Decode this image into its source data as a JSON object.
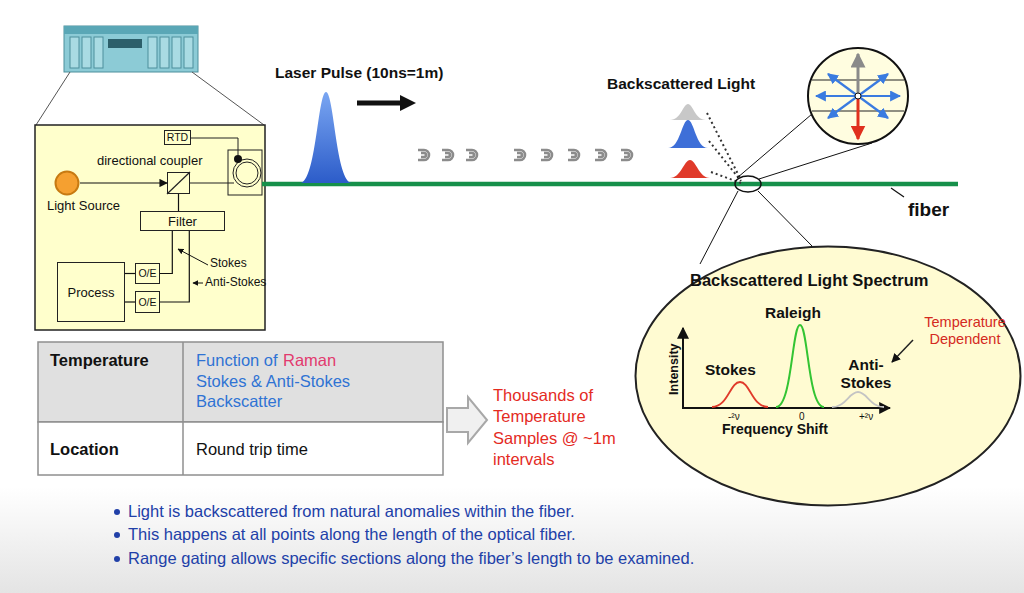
{
  "diagram": {
    "nodes": [
      {
        "text": [
          "RTD"
        ]
      },
      {
        "text": [
          "directional coupler"
        ]
      },
      {
        "text": [
          "Light Source"
        ]
      },
      {
        "text": [
          "Filter"
        ]
      },
      {
        "text": [
          "Process"
        ]
      },
      {
        "text": [
          "O/E"
        ]
      },
      {
        "text": [
          "O/E"
        ]
      },
      {
        "text": [
          "Backscattered Light Spectrum",
          "Intensity",
          "Raleigh",
          "Stokes",
          "Anti-Stokes",
          "-²ν",
          "0",
          "+²ν",
          "Frequency Shift"
        ]
      }
    ],
    "edges": [
      {
        "from": 2,
        "to": 1,
        "arrow": "to"
      },
      {
        "from": 1,
        "to": 3,
        "arrow": "none"
      },
      {
        "from": 3,
        "to": 5,
        "arrow": "none"
      },
      {
        "from": 3,
        "to": 6,
        "arrow": "none"
      },
      {
        "from": 5,
        "to": 4,
        "arrow": "none"
      },
      {
        "from": 6,
        "to": 4,
        "arrow": "none"
      }
    ],
    "labels": [
      "Laser Pulse (10ns=1m)",
      "Backscattered Light",
      "fiber",
      "Stokes",
      "Anti-Stokes",
      "Temperature Dependent",
      "Temperature",
      "Function of",
      "Raman",
      "Stokes & Anti-Stokes Backscatter",
      "Location",
      "Round trip time",
      "Thousands of Temperature Samples @ ~1m intervals",
      "Light is backscattered from natural anomalies within the fiber.",
      "This happens at all points along the length of the optical fiber.",
      "Range gating allows specific sections along the fiber’s length to be examined."
    ]
  }
}
